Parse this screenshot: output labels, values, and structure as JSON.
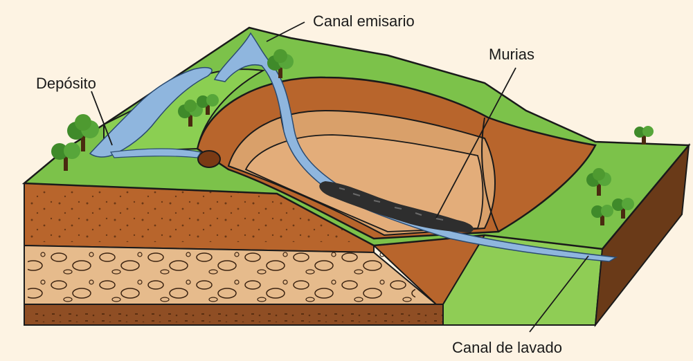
{
  "labels": {
    "deposito": "Depósito",
    "canal_emisario": "Canal emisario",
    "murias": "Murias",
    "canal_lavado": "Canal de lavado"
  },
  "colors": {
    "background": "#fdf3e3",
    "grass": "#7cc24a",
    "grass_dark": "#4e9a2a",
    "soil": "#b5652a",
    "soil_light": "#d59a62",
    "pit_floor": "#e0a873",
    "water": "#8fb6de",
    "debris": "#2d2d2d",
    "gravel_layer": "#e3b98a",
    "base_layer": "#8a4a22"
  },
  "icons": [
    "tree-icon"
  ]
}
